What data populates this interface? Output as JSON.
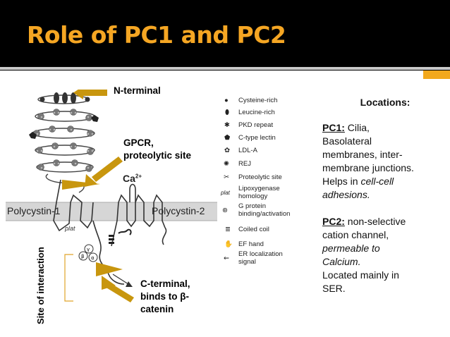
{
  "slide": {
    "title": "Role of PC1 and PC2"
  },
  "figure": {
    "labels": {
      "n_terminal": "N-terminal",
      "gpcr_line1": "GPCR,",
      "gpcr_line2": "proteolytic site",
      "c_terminal_line1": "C-terminal,",
      "c_terminal_line2": "binds to β-",
      "c_terminal_line3": "catenin",
      "site_of_interaction": "Site of interaction",
      "polycystin1": "Polycystin-1",
      "polycystin2": "Polycystin-2",
      "ca": "Ca",
      "ca_charge": "2+",
      "plat": "plat"
    },
    "legend": [
      {
        "icon": "cysteine-rich-icon",
        "label": "Cysteine-rich"
      },
      {
        "icon": "leucine-rich-icon",
        "label": "Leucine-rich"
      },
      {
        "icon": "pkd-repeat-icon",
        "label": "PKD repeat"
      },
      {
        "icon": "c-type-lectin-icon",
        "label": "C-type lectin"
      },
      {
        "icon": "ldl-a-icon",
        "label": "LDL-A"
      },
      {
        "icon": "rej-icon",
        "label": "REJ"
      },
      {
        "icon": "proteolytic-site-icon",
        "label": "Proteolytic site"
      },
      {
        "icon": "plat-icon",
        "label": "Lipoxygenase",
        "label2": "homology"
      },
      {
        "icon": "g-protein-icon",
        "label": "G protein",
        "label2": "binding/activation"
      },
      {
        "icon": "coiled-coil-icon",
        "label": "Coiled coil"
      },
      {
        "icon": "ef-hand-icon",
        "label": "EF hand"
      },
      {
        "icon": "er-localization-icon",
        "label": "ER localization",
        "label2": "signal"
      }
    ],
    "colors": {
      "arrow_gold": "#c8960e",
      "membrane_gray": "#d6d6d6",
      "title_gold": "#f5a623"
    }
  },
  "locations": {
    "heading": "Locations:",
    "pc1_key": "PC1:",
    "pc1_lines": [
      "Cilia,",
      "Basolateral",
      "membranes, inter-",
      "membrane junctions.",
      "Helps in"
    ],
    "pc1_italic_1": "cell-cell",
    "pc1_italic_2": "adhesions.",
    "pc2_key": "PC2:",
    "pc2_line1": "non-selective",
    "pc2_line2": "cation channel,",
    "pc2_italic_1": "permeable to",
    "pc2_italic_2": "Calcium.",
    "pc2_line5": "Located mainly in",
    "pc2_line6": "SER."
  }
}
